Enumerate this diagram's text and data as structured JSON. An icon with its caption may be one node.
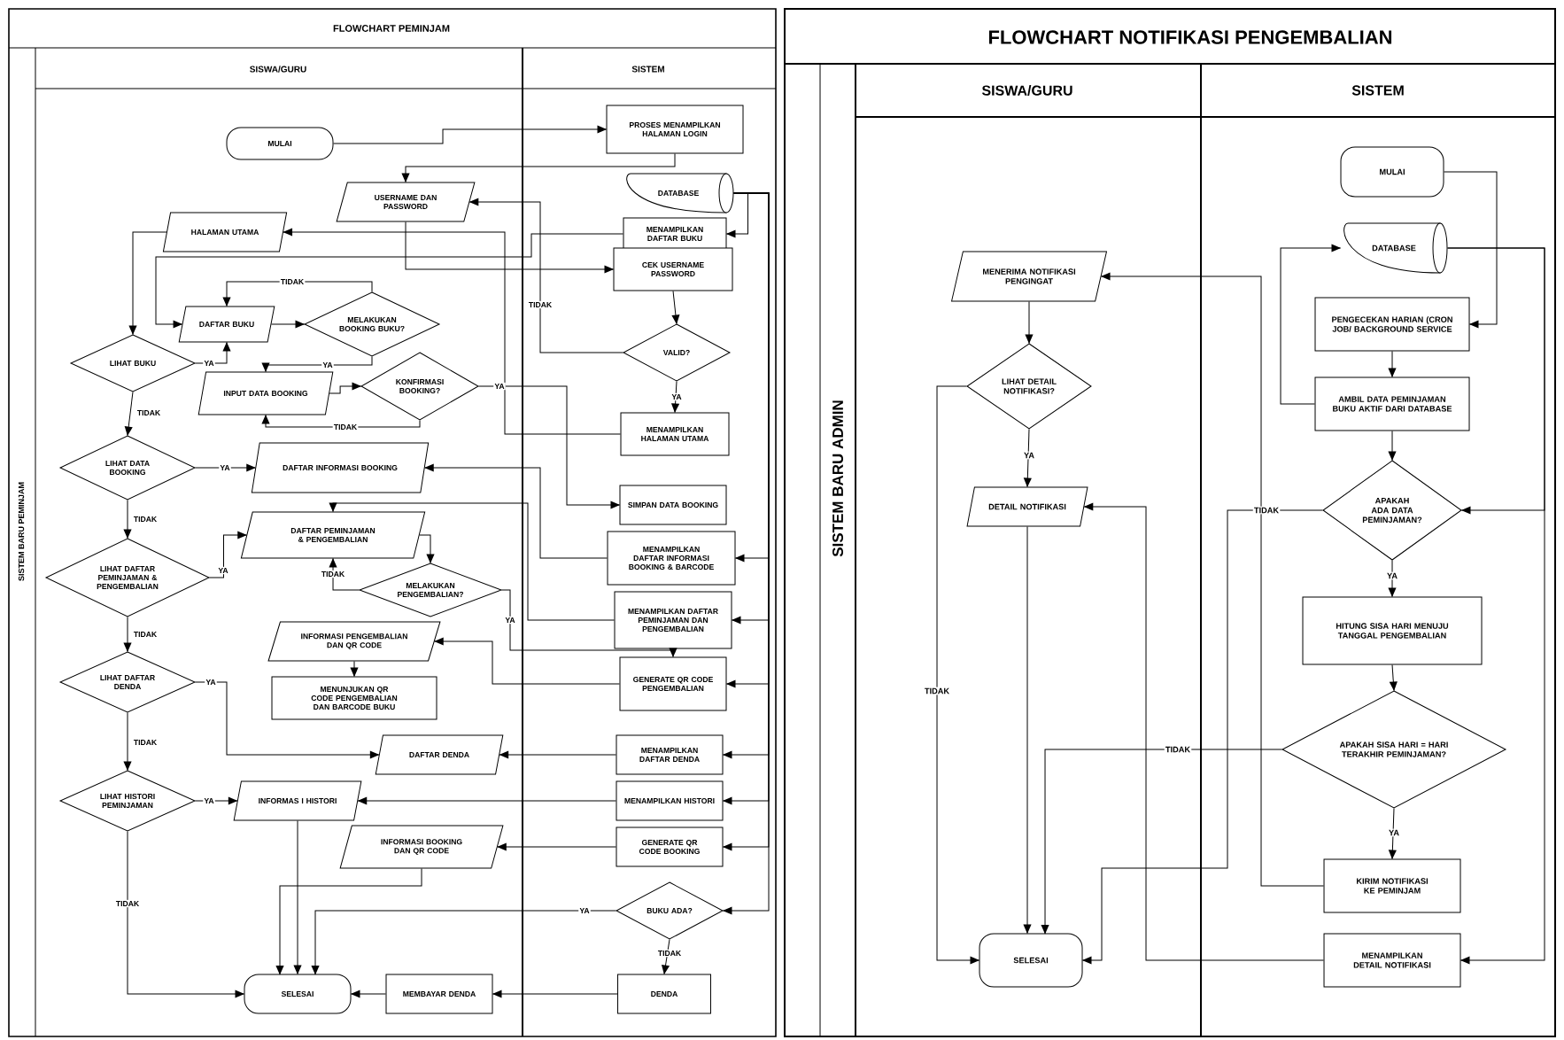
{
  "diagram": {
    "nodes": [
      {
        "text": [
          "MULAI"
        ]
      },
      {
        "text": [
          "PROSES MENAMPILKAN HALAMAN LOGIN"
        ]
      },
      {
        "text": [
          "USERNAME DAN PASSWORD"
        ]
      },
      {
        "text": [
          "DATABASE"
        ]
      },
      {
        "text": [
          "HALAMAN UTAMA"
        ]
      },
      {
        "text": [
          "MENAMPILKAN DAFTAR BUKU"
        ]
      },
      {
        "text": [
          "CEK USERNAME PASSWORD"
        ]
      },
      {
        "text": [
          "DAFTAR BUKU"
        ]
      },
      {
        "text": [
          "MELAKUKAN BOOKING BUKU?"
        ]
      },
      {
        "text": [
          "LIHAT BUKU"
        ]
      },
      {
        "text": [
          "VALID?"
        ]
      },
      {
        "text": [
          "INPUT DATA BOOKING"
        ]
      },
      {
        "text": [
          "KONFIRMASI BOOKING?"
        ]
      },
      {
        "text": [
          "MENAMPILKAN HALAMAN UTAMA"
        ]
      },
      {
        "text": [
          "LIHAT DATA BOOKING"
        ]
      },
      {
        "text": [
          "DAFTAR INFORMASI BOOKING"
        ]
      },
      {
        "text": [
          "SIMPAN DATA BOOKING"
        ]
      },
      {
        "text": [
          "DAFTAR PEMINJAMAN & PENGEMBALIAN"
        ]
      },
      {
        "text": [
          "LIHAT DAFTAR PEMINJAMAN & PENGEMBALIAN"
        ]
      },
      {
        "text": [
          "MENAMPILKAN DAFTAR INFORMASI BOOKING & BARCODE"
        ]
      },
      {
        "text": [
          "MELAKUKAN PENGEMBALIAN?"
        ]
      },
      {
        "text": [
          "MENAMPILKAN DAFTAR PEMINJAMAN DAN PENGEMBALIAN"
        ]
      },
      {
        "text": [
          "INFORMASI PENGEMBALIAN DAN QR CODE"
        ]
      },
      {
        "text": [
          "LIHAT DAFTAR DENDA"
        ]
      },
      {
        "text": [
          "MENUNJUKAN QR CODE PENGEMBALIAN DAN BARCODE BUKU"
        ]
      },
      {
        "text": [
          "GENERATE QR CODE PENGEMBALIAN"
        ]
      },
      {
        "text": [
          "DAFTAR DENDA"
        ]
      },
      {
        "text": [
          "MENAMPILKAN DAFTAR DENDA"
        ]
      },
      {
        "text": [
          "LIHAT HISTORI PEMINJAMAN"
        ]
      },
      {
        "text": [
          "INFORMAS I HISTORI"
        ]
      },
      {
        "text": [
          "MENAMPILKAN HISTORI"
        ]
      },
      {
        "text": [
          "INFORMASI BOOKING DAN QR CODE"
        ]
      },
      {
        "text": [
          "GENERATE QR CODE BOOKING"
        ]
      },
      {
        "text": [
          "BUKU ADA?"
        ]
      },
      {
        "text": [
          "SELESAI"
        ]
      },
      {
        "text": [
          "MEMBAYAR DENDA"
        ]
      },
      {
        "text": [
          "DENDA"
        ]
      },
      {
        "text": [
          "MULAI"
        ]
      },
      {
        "text": [
          "DATABASE"
        ]
      },
      {
        "text": [
          "PENGECEKAN HARIAN (CRON JOB/ BACKGROUND SERVICE"
        ]
      },
      {
        "text": [
          "AMBIL DATA PEMINJAMAN BUKU AKTIF DARI DATABASE"
        ]
      },
      {
        "text": [
          "MENERIMA NOTIFIKASI PENGINGAT"
        ]
      },
      {
        "text": [
          "LIHAT DETAIL NOTIFIKASI?"
        ]
      },
      {
        "text": [
          "APAKAH ADA DATA PEMINJAMAN?"
        ]
      },
      {
        "text": [
          "DETAIL NOTIFIKASI"
        ]
      },
      {
        "text": [
          "HITUNG SISA HARI MENUJU TANGGAL PENGEMBALIAN"
        ]
      },
      {
        "text": [
          "APAKAH SISA HARI = HARI TERAKHIR PEMINJAMAN?"
        ]
      },
      {
        "text": [
          "KIRIM NOTIFIKASI KE PEMINJAM"
        ]
      },
      {
        "text": [
          "SELESAI"
        ]
      },
      {
        "text": [
          "MENAMPILKAN DETAIL NOTIFIKASI"
        ]
      }
    ],
    "edges": [
      {
        "from": 0,
        "to": 1,
        "arrow": "to"
      },
      {
        "from": 1,
        "to": 2,
        "arrow": "to"
      },
      {
        "from": 2,
        "to": 6,
        "arrow": "to"
      },
      {
        "from": 6,
        "to": 10,
        "arrow": "to"
      },
      {
        "from": 10,
        "to": 13,
        "arrow": "to",
        "label": "YA"
      },
      {
        "from": 10,
        "to": 2,
        "arrow": "to",
        "label": "TIDAK"
      },
      {
        "from": 13,
        "to": 4,
        "arrow": "to"
      },
      {
        "from": 4,
        "to": 9,
        "arrow": "to"
      },
      {
        "from": 9,
        "to": 7,
        "arrow": "to",
        "label": "YA"
      },
      {
        "from": 9,
        "to": 14,
        "arrow": "to",
        "label": "TIDAK"
      },
      {
        "from": 7,
        "to": 8,
        "arrow": "to"
      },
      {
        "from": 8,
        "to": 7,
        "arrow": "to",
        "label": "TIDAK"
      },
      {
        "from": 8,
        "to": 11,
        "arrow": "to",
        "label": "YA"
      },
      {
        "from": 11,
        "to": 12,
        "arrow": "to"
      },
      {
        "from": 12,
        "to": 11,
        "arrow": "to",
        "label": "TIDAK"
      },
      {
        "from": 12,
        "to": 16,
        "arrow": "to",
        "label": "YA"
      },
      {
        "from": 3,
        "to": 5,
        "arrow": "to"
      },
      {
        "from": 5,
        "to": 7,
        "arrow": "to"
      },
      {
        "from": 14,
        "to": 15,
        "arrow": "to",
        "label": "YA"
      },
      {
        "from": 14,
        "to": 18,
        "arrow": "to",
        "label": "TIDAK"
      },
      {
        "from": 3,
        "to": 19,
        "arrow": "to"
      },
      {
        "from": 19,
        "to": 15,
        "arrow": "to"
      },
      {
        "from": 18,
        "to": 17,
        "arrow": "to",
        "label": "YA"
      },
      {
        "from": 18,
        "to": 23,
        "arrow": "to",
        "label": "TIDAK"
      },
      {
        "from": 3,
        "to": 21,
        "arrow": "to"
      },
      {
        "from": 21,
        "to": 17,
        "arrow": "to"
      },
      {
        "from": 17,
        "to": 20,
        "arrow": "to"
      },
      {
        "from": 20,
        "to": 17,
        "arrow": "to",
        "label": "TIDAK"
      },
      {
        "from": 20,
        "to": 25,
        "arrow": "to",
        "label": "YA"
      },
      {
        "from": 3,
        "to": 25,
        "arrow": "to"
      },
      {
        "from": 25,
        "to": 22,
        "arrow": "to"
      },
      {
        "from": 22,
        "to": 24,
        "arrow": "to"
      },
      {
        "from": 23,
        "to": 26,
        "arrow": "to",
        "label": "YA"
      },
      {
        "from": 23,
        "to": 28,
        "arrow": "to",
        "label": "TIDAK"
      },
      {
        "from": 3,
        "to": 27,
        "arrow": "to"
      },
      {
        "from": 27,
        "to": 26,
        "arrow": "to"
      },
      {
        "from": 28,
        "to": 29,
        "arrow": "to",
        "label": "YA"
      },
      {
        "from": 28,
        "to": 34,
        "arrow": "to",
        "label": "TIDAK"
      },
      {
        "from": 3,
        "to": 30,
        "arrow": "to"
      },
      {
        "from": 30,
        "to": 29,
        "arrow": "to"
      },
      {
        "from": 3,
        "to": 32,
        "arrow": "to"
      },
      {
        "from": 32,
        "to": 31,
        "arrow": "to"
      },
      {
        "from": 29,
        "to": 34,
        "arrow": "to"
      },
      {
        "from": 31,
        "to": 34,
        "arrow": "to"
      },
      {
        "from": 3,
        "to": 33,
        "arrow": "to"
      },
      {
        "from": 33,
        "to": 34,
        "arrow": "to",
        "label": "YA"
      },
      {
        "from": 33,
        "to": 36,
        "arrow": "to",
        "label": "TIDAK"
      },
      {
        "from": 36,
        "to": 35,
        "arrow": "to"
      },
      {
        "from": 35,
        "to": 34,
        "arrow": "to"
      },
      {
        "from": 37,
        "to": 39,
        "arrow": "to"
      },
      {
        "from": 38,
        "to": 43,
        "arrow": "to"
      },
      {
        "from": 38,
        "to": 49,
        "arrow": "to"
      },
      {
        "from": 39,
        "to": 40,
        "arrow": "to"
      },
      {
        "from": 40,
        "to": 38,
        "arrow": "to"
      },
      {
        "from": 40,
        "to": 43,
        "arrow": "to"
      },
      {
        "from": 43,
        "to": 45,
        "arrow": "to",
        "label": "YA"
      },
      {
        "from": 43,
        "to": 48,
        "arrow": "to",
        "label": "TIDAK"
      },
      {
        "from": 45,
        "to": 46,
        "arrow": "to"
      },
      {
        "from": 46,
        "to": 47,
        "arrow": "to",
        "label": "YA"
      },
      {
        "from": 46,
        "to": 48,
        "arrow": "to",
        "label": "TIDAK"
      },
      {
        "from": 47,
        "to": 41,
        "arrow": "to"
      },
      {
        "from": 41,
        "to": 42,
        "arrow": "to"
      },
      {
        "from": 42,
        "to": 44,
        "arrow": "to",
        "label": "YA"
      },
      {
        "from": 42,
        "to": 48,
        "arrow": "to",
        "label": "TIDAK"
      },
      {
        "from": 44,
        "to": 48,
        "arrow": "to"
      },
      {
        "from": 49,
        "to": 44,
        "arrow": "to"
      }
    ],
    "labels": [
      "FLOWCHART PEMINJAM",
      "SISWA/GURU",
      "SISTEM",
      "SISTEM BARU PEMINJAM",
      "FLOWCHART NOTIFIKASI PENGEMBALIAN",
      "SISTEM BARU ADMIN",
      "SISWA/GURU",
      "SISTEM"
    ]
  }
}
